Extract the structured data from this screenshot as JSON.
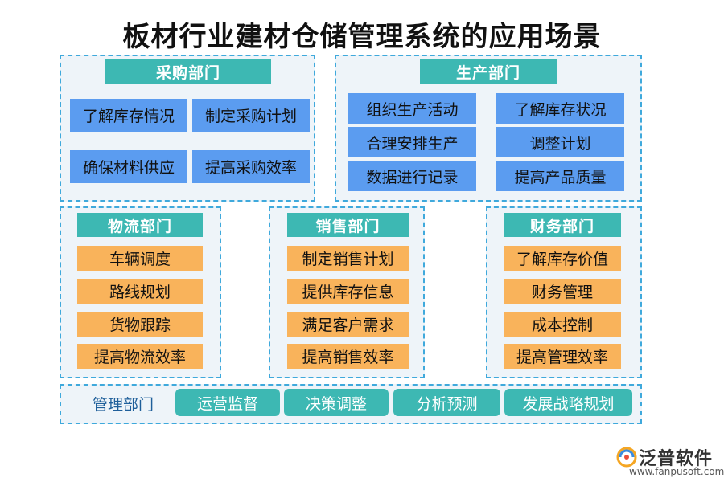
{
  "title": "板材行业建材仓储管理系统的应用场景",
  "departments": {
    "purchasing": {
      "name": "采购部门",
      "items": [
        "了解库存情况",
        "制定采购计划",
        "确保材料供应",
        "提高采购效率"
      ]
    },
    "production": {
      "name": "生产部门",
      "items": [
        "组织生产活动",
        "了解库存状况",
        "合理安排生产",
        "调整计划",
        "数据进行记录",
        "提高产品质量"
      ]
    },
    "logistics": {
      "name": "物流部门",
      "items": [
        "车辆调度",
        "路线规划",
        "货物跟踪",
        "提高物流效率"
      ]
    },
    "sales": {
      "name": "销售部门",
      "items": [
        "制定销售计划",
        "提供库存信息",
        "满足客户需求",
        "提高销售效率"
      ]
    },
    "finance": {
      "name": "财务部门",
      "items": [
        "了解库存价值",
        "财务管理",
        "成本控制",
        "提高管理效率"
      ]
    },
    "management": {
      "name": "管理部门",
      "items": [
        "运营监督",
        "决策调整",
        "分析预测",
        "发展战略规划"
      ]
    }
  },
  "logo": {
    "name": "泛普软件",
    "url": "www.fanpusoft.com",
    "icon": "fanpu-logo-icon"
  },
  "colors": {
    "header": "#3db8b3",
    "blue_box": "#5b9cf0",
    "orange_box": "#f9b35b",
    "panel_bg": "#eef4f9",
    "panel_border": "#3fa9dc"
  }
}
